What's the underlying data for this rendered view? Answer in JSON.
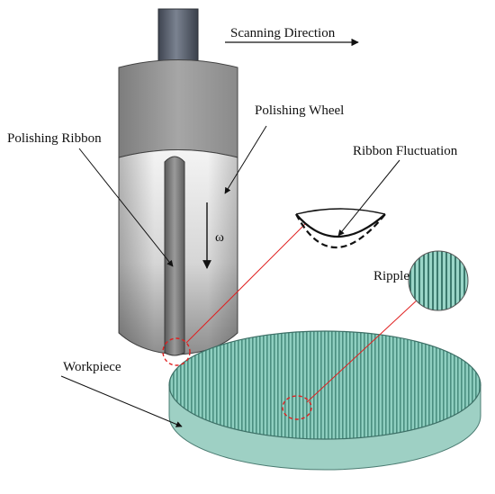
{
  "labels": {
    "scanning_direction": "Scanning Direction",
    "polishing_wheel": "Polishing Wheel",
    "polishing_ribbon": "Polishing Ribbon",
    "ribbon_fluctuation": "Ribbon Fluctuation",
    "omega": "ω",
    "ripple": "Ripple",
    "workpiece": "Workpiece"
  },
  "colors": {
    "workpiece": "#8fcfc0",
    "workpiece_stripes": "#3f7f72",
    "highlight": "#e02020",
    "shaft": "#5b6270",
    "ribbon": "#707070"
  }
}
